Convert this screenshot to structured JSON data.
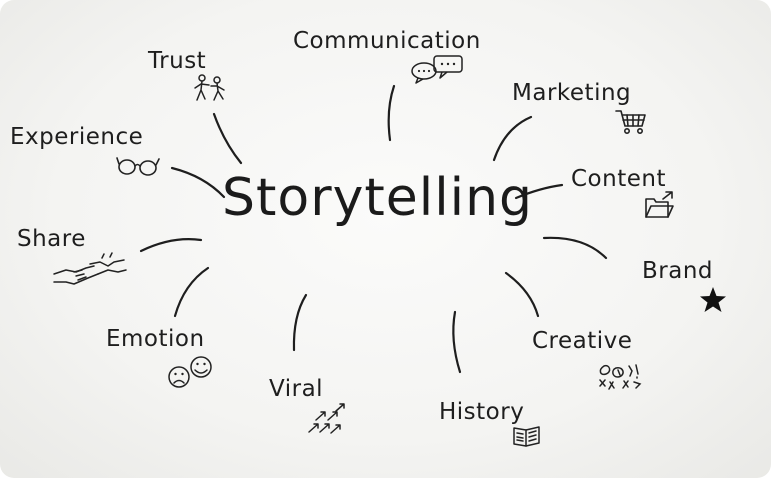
{
  "center": {
    "label": "Storytelling"
  },
  "terms": [
    {
      "id": "trust",
      "label": "Trust",
      "icon": "people-icon"
    },
    {
      "id": "communication",
      "label": "Communication",
      "icon": "speech-bubbles-icon"
    },
    {
      "id": "marketing",
      "label": "Marketing",
      "icon": "shopping-cart-icon"
    },
    {
      "id": "content",
      "label": "Content",
      "icon": "folder-icon"
    },
    {
      "id": "brand",
      "label": "Brand",
      "icon": "star-icon"
    },
    {
      "id": "creative",
      "label": "Creative",
      "icon": "doodles-icon"
    },
    {
      "id": "history",
      "label": "History",
      "icon": "book-icon"
    },
    {
      "id": "viral",
      "label": "Viral",
      "icon": "arrows-icon"
    },
    {
      "id": "emotion",
      "label": "Emotion",
      "icon": "faces-icon"
    },
    {
      "id": "share",
      "label": "Share",
      "icon": "handshake-icon"
    },
    {
      "id": "experience",
      "label": "Experience",
      "icon": "glasses-icon"
    }
  ]
}
